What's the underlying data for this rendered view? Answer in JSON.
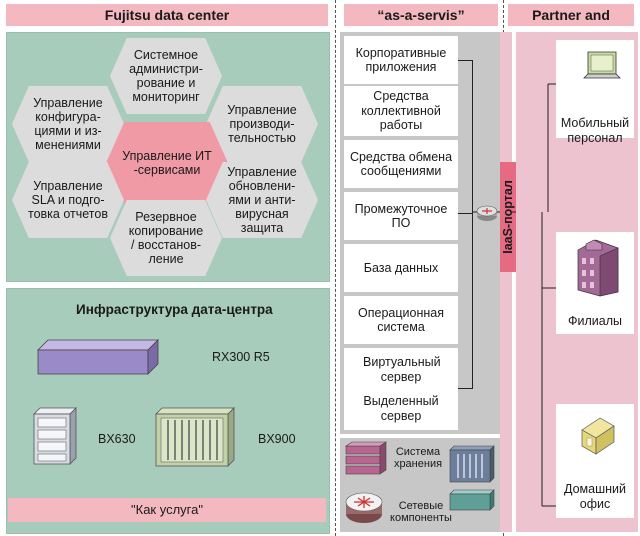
{
  "headers": {
    "left": "Fujitsu data center",
    "middle": "“as-a-servis”",
    "right": "Partner and customer"
  },
  "services": {
    "center": "Управление ИТ -сервисами",
    "items": [
      "Системное администри-рование и мониторинг",
      "Управление конфигура-циями и из-менениями",
      "Управление производи-тельностью",
      "Управление SLA и подго-товка отчетов",
      "Управление обновлени-ями и анти-вирусная защита",
      "Резервное копирование / восстанов-ление"
    ]
  },
  "infrastructure": {
    "title": "Инфраструктура дата-центра",
    "servers": [
      "RX300 R5",
      "BX630",
      "BX900"
    ],
    "footer": "\"Как услуга\""
  },
  "stack": {
    "layers": [
      "Корпоративные приложения",
      "Средства коллективной работы",
      "Средства обмена сообщениями",
      "Промежуточное ПО",
      "База данных",
      "Операционная система",
      "Виртуальный сервер",
      "Выделенный сервер"
    ],
    "storage": "Система хранения",
    "network": "Сетевые компоненты"
  },
  "portal": {
    "label": "IaaS-портал"
  },
  "partners": {
    "items": [
      "Мобильный персонал",
      "Филиалы",
      "Домашний офис"
    ]
  },
  "colors": {
    "header_pink": "#f3b8c0",
    "panel_green": "#a8ccbb",
    "hex_gray": "#dcdcdc",
    "hex_center": "#f09aa6",
    "stack_gray": "#c7c7c7",
    "partner_pink": "#ecc3cf",
    "portal_pink": "#e56a82",
    "server_purple": "#9b8ac8",
    "filial_purple": "#a36a98"
  }
}
